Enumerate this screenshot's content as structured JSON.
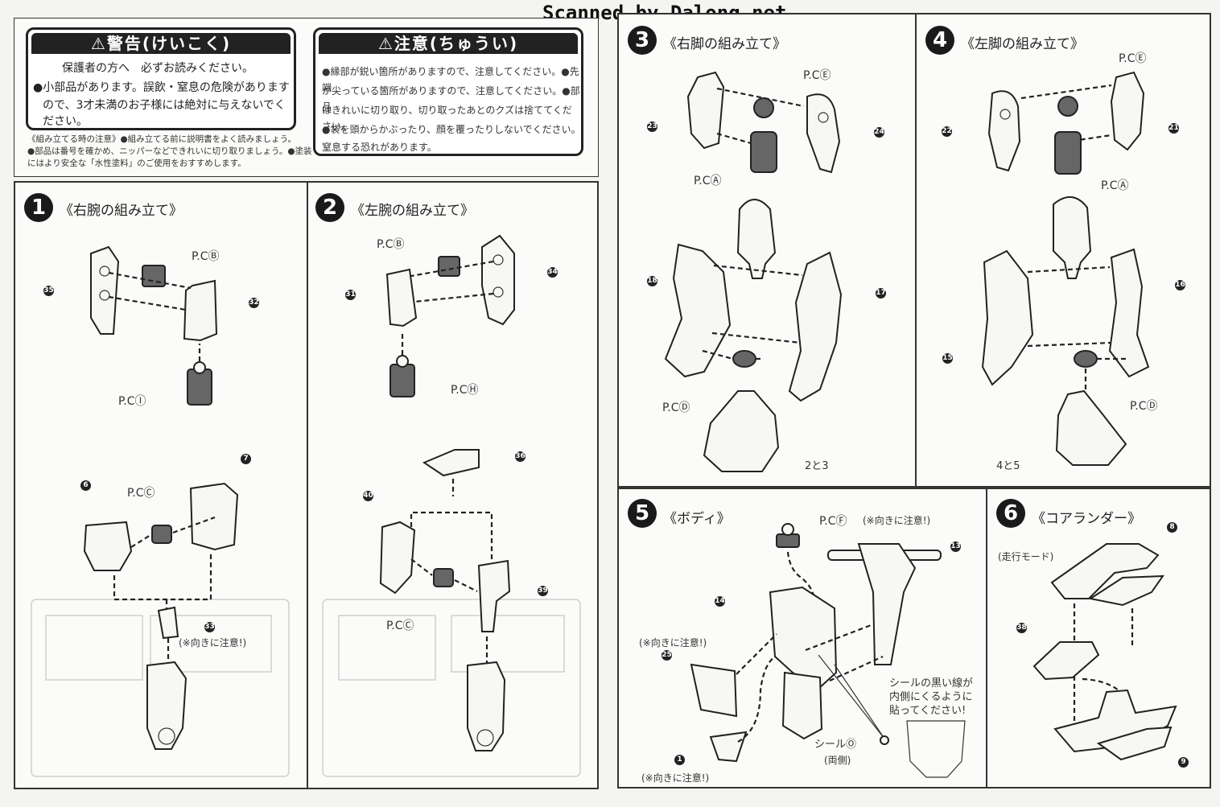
{
  "watermark": "Scanned by Dalong.net",
  "warning_box": {
    "title": "⚠警告(けいこく)",
    "line1": "保護者の方へ　必ずお読みください。",
    "line2": "●小部品があります。誤飲・窒息の危険があります",
    "line3": "ので、3才未満のお子様には絶対に与えないでく",
    "line4": "ださい。"
  },
  "caution_box": {
    "title": "⚠注意(ちゅうい)",
    "line1": "●縁部が鋭い箇所がありますので、注意してください。●先端",
    "line2": "が尖っている箇所がありますので、注意してください。●部品",
    "line3": "はきれいに切り取り、切り取ったあとのクズは捨ててください。",
    "line4": "●袋を頭からかぶったり、顔を覆ったりしないでください。",
    "line5": "窒息する恐れがあります。"
  },
  "assembly_notes": {
    "line1": "《組み立てる時の注意》●組み立てる前に説明書をよく読みましょう。",
    "line2": "●部品は番号を確かめ、ニッパーなどできれいに切り取りましょう。●塗装",
    "line3": "にはより安全な「水性塗料」のご使用をおすすめします。"
  },
  "steps": [
    {
      "num": "1",
      "title": "《右腕の組み立て》",
      "pc_b": "P.CⒷ",
      "pc_i": "P.CⒾ",
      "pc_c": "P.CⒸ",
      "note": "(※向きに注意!)",
      "parts": [
        "35",
        "32",
        "7",
        "6",
        "33"
      ]
    },
    {
      "num": "2",
      "title": "《左腕の組み立て》",
      "pc_b": "P.CⒷ",
      "pc_h": "P.CⒽ",
      "pc_c": "P.CⒸ",
      "parts": [
        "31",
        "34",
        "36",
        "40",
        "39"
      ]
    },
    {
      "num": "3",
      "title": "《右脚の組み立て》",
      "pc_e": "P.CⒺ",
      "pc_a": "P.CⒶ",
      "pc_d": "P.CⒹ",
      "parts": [
        "23",
        "24",
        "18",
        "17"
      ],
      "combo": "2と3"
    },
    {
      "num": "4",
      "title": "《左脚の組み立て》",
      "pc_e": "P.CⒺ",
      "pc_a": "P.CⒶ",
      "pc_d": "P.CⒹ",
      "parts": [
        "22",
        "21",
        "16",
        "15"
      ],
      "combo": "4と5"
    },
    {
      "num": "5",
      "title": "《ボディ》",
      "pc_f": "P.CⒻ",
      "pc_f_note": "(※向きに注意!)",
      "note1": "(※向きに注意!)",
      "note2": "(※向きに注意!)",
      "seal_note_1": "シールの黒い線が",
      "seal_note_2": "内側にくるように",
      "seal_note_3": "貼ってください!",
      "seal": "シールⓄ",
      "seal_sub": "(両側)",
      "parts": [
        "13",
        "14",
        "25",
        "1"
      ]
    },
    {
      "num": "6",
      "title": "《コアランダー》",
      "mode": "(走行モード)",
      "parts": [
        "8",
        "38",
        "9"
      ]
    }
  ]
}
